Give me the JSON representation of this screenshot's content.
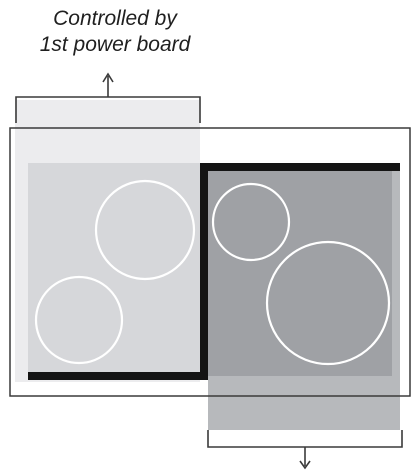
{
  "annotation": {
    "line1": "Controlled by",
    "line2": "1st power board"
  },
  "colors": {
    "outline": "#3a3a3a",
    "left_zone_fill": "#dcdde0",
    "right_zone_fill": "#a5a7ab",
    "left_panel": "#d6d7da",
    "right_panel": "#9fa1a5",
    "burner_ring": "#ffffff",
    "divider": "#141414"
  },
  "burners": {
    "count": 4,
    "ring": "white-circle-outline"
  }
}
